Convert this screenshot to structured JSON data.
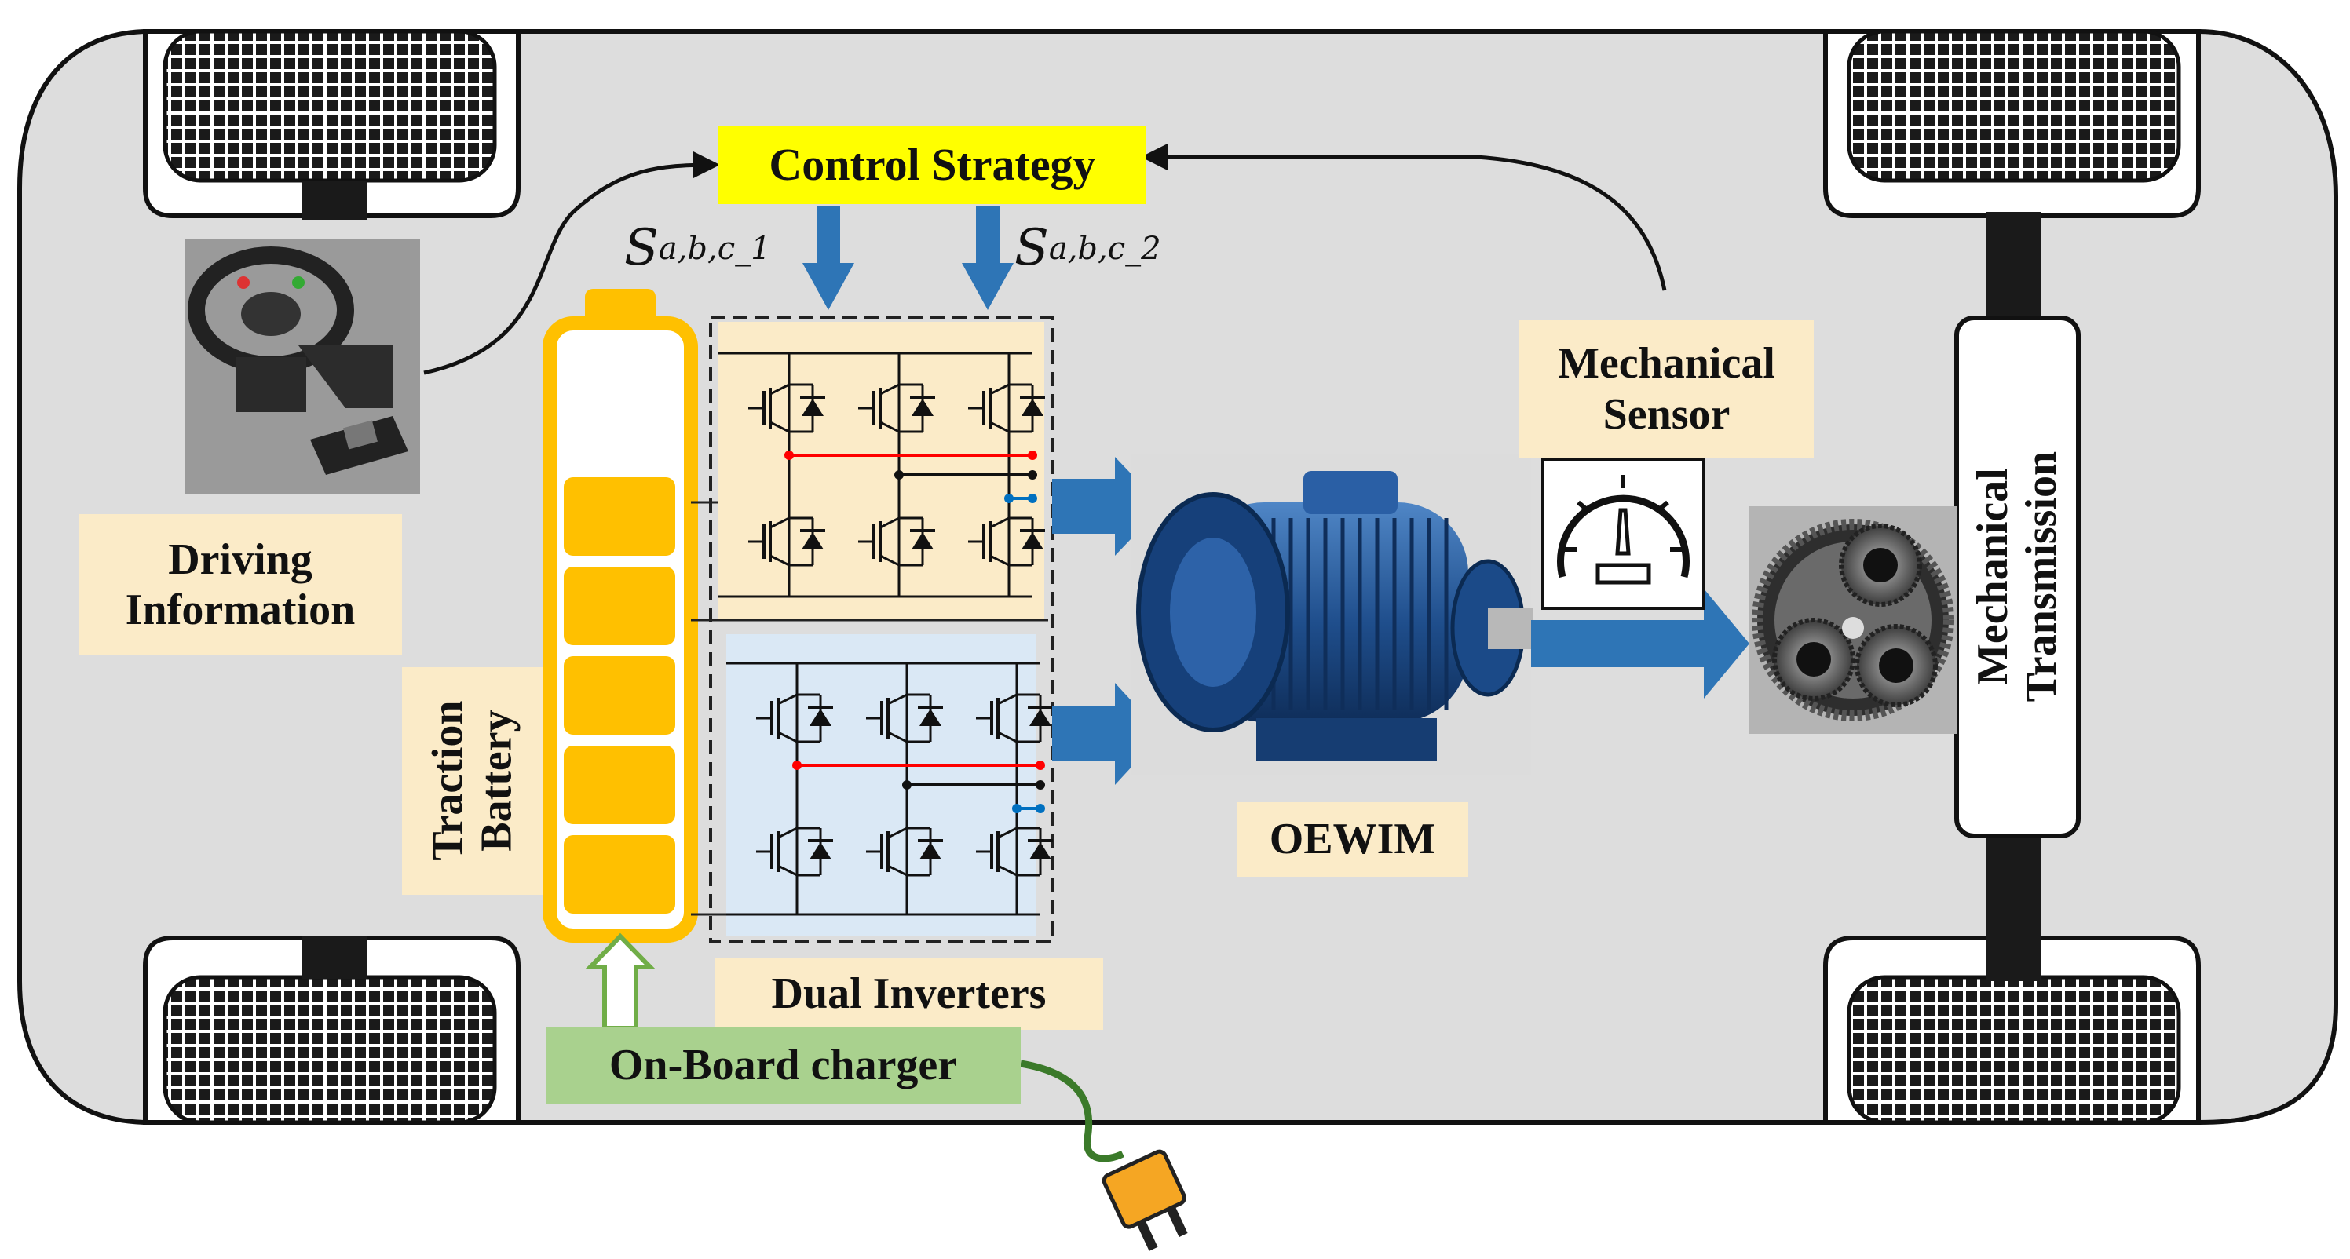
{
  "labels": {
    "control_strategy": "Control Strategy",
    "switch_signal_1": "S",
    "switch_signal_1_sub": "a,b,c_1",
    "switch_signal_2": "S",
    "switch_signal_2_sub": "a,b,c_2",
    "driving_information_line1": "Driving",
    "driving_information_line2": "Information",
    "traction_battery_line1": "Traction",
    "traction_battery_line2": "Battery",
    "dual_inverters": "Dual Inverters",
    "on_board_charger": "On-Board charger",
    "oewim": "OEWIM",
    "mechanical_sensor_line1": "Mechanical",
    "mechanical_sensor_line2": "Sensor",
    "mechanical_transmission_line1": "Mechanical",
    "mechanical_transmission_line2": "Transmission"
  },
  "colors": {
    "chassis_fill": "#dddddd",
    "control_strategy_bg": "#ffff00",
    "label_bg": "#fbebc8",
    "charger_bg": "#a9d18e",
    "charger_arrow": "#70ad47",
    "flow_arrow": "#2e75b6",
    "battery_orange": "#ffc000",
    "inverter_top_bg": "#fbebc8",
    "inverter_bottom_bg": "#dae8f5",
    "red_line": "#ff0000",
    "blue_line": "#0070c0",
    "motor_blue": "#1f4e8c",
    "plug_orange": "#f5a623"
  },
  "battery": {
    "cells_charged": 5
  }
}
